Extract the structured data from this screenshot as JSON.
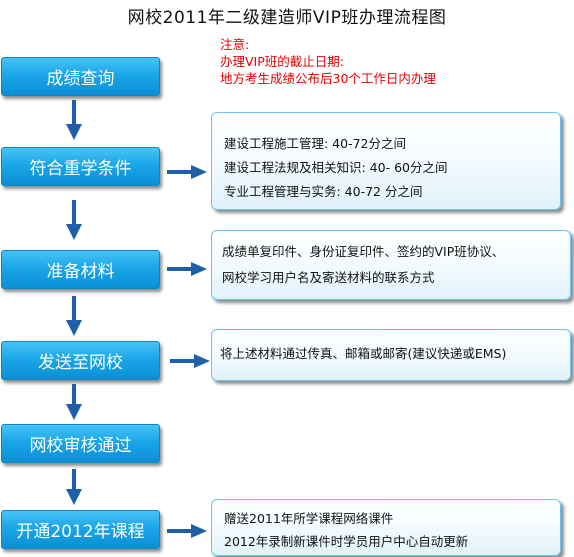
{
  "title": "网校2011年二级建造师VIP班办理流程图",
  "notice": {
    "heading": "注意:",
    "line1": "办理VIP班的截止日期:",
    "line2": "地方考生成绩公布后30个工作日内办理"
  },
  "steps": [
    "成绩查询",
    "符合重学条件",
    "准备材料",
    "发送至网校",
    "网校审核通过",
    "开通2012年课程"
  ],
  "details": {
    "conditions": [
      "建设工程施工管理: 40-72分之间",
      "建设工程法规及相关知识: 40- 60分之间",
      "专业工程管理与实务: 40-72 分之间"
    ],
    "materials": [
      "成绩单复印件、身份证复印件、签约的VIP班协议、",
      "网校学习用户名及寄送材料的联系方式"
    ],
    "send": [
      "将上述材料通过传真、邮箱或邮寄(建议快递或EMS)"
    ],
    "courses": [
      "赠送2011年所学课程网络课件",
      "2012年录制新课件时学员用户中心自动更新"
    ]
  },
  "colors": {
    "step_fill": "#1aa6e8",
    "arrow": "#1f5fa8",
    "notice": "#e60000",
    "box_border": "#6cc3ee"
  }
}
